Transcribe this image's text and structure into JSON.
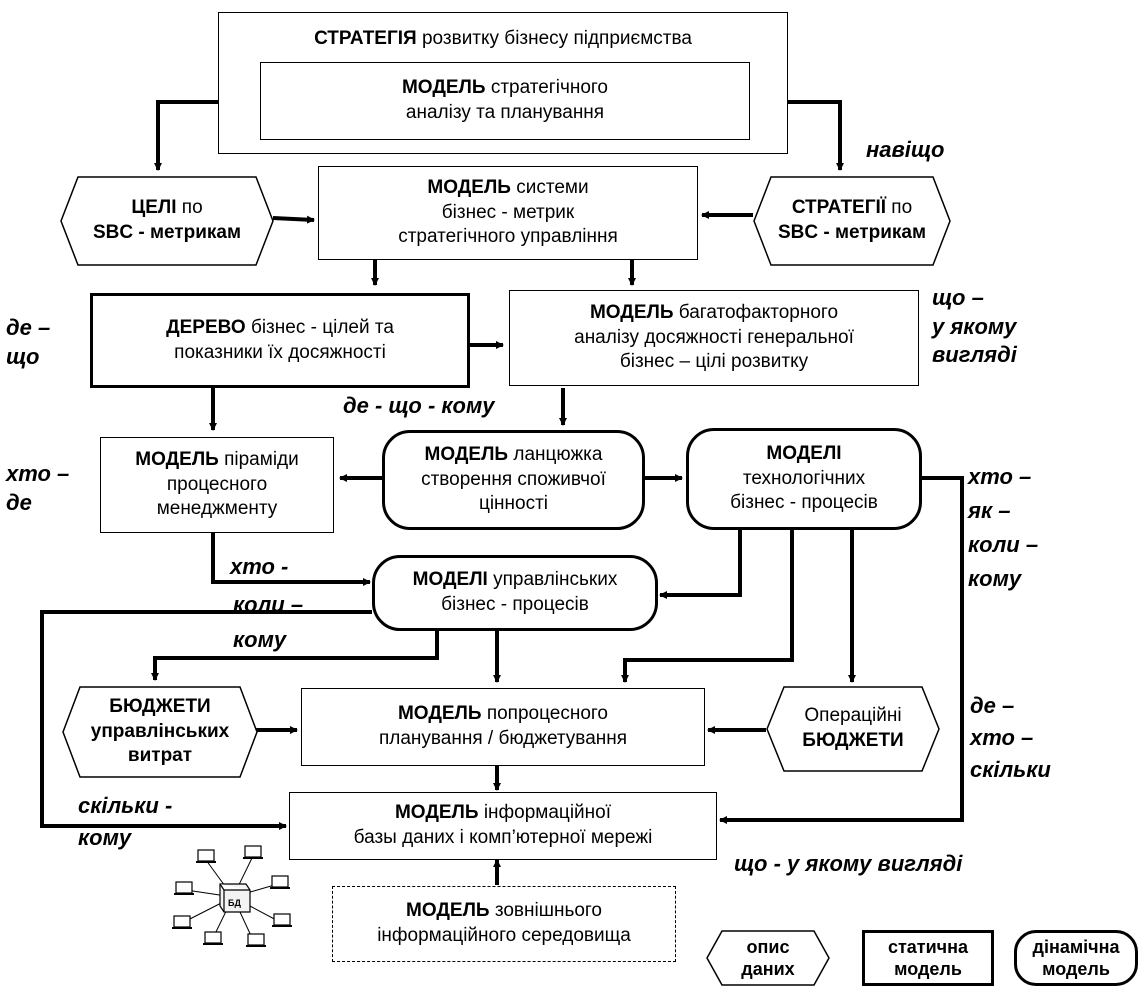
{
  "strategy_frame": {
    "title_bold": "СТРАТЕГІЯ",
    "title_rest": " розвитку бізнесу підприємства"
  },
  "nodes": {
    "strategic_model": {
      "bold": "МОДЕЛЬ",
      "line1": " стратегічного",
      "line2": "аналізу та  планування"
    },
    "goals_sbc": {
      "bold": "ЦЕЛІ",
      "line1": " по",
      "line2": "SBC - метрикам"
    },
    "metrics_model": {
      "bold": "МОДЕЛЬ",
      "line1": " системи",
      "line2": "бізнес - метрик",
      "line3": "стратегічного управління"
    },
    "strategies_sbc": {
      "bold": "СТРАТЕГІЇ",
      "line1": " по",
      "line2": "SBC - метрикам"
    },
    "goal_tree": {
      "bold": "ДЕРЕВО",
      "line1": " бізнес - цілей та",
      "line2": "показники їх досяжності"
    },
    "multifactor_model": {
      "bold": "МОДЕЛЬ",
      "line1": " багатофакторного",
      "line2": "аналізу досяжності генеральної",
      "line3": "бізнес – цілі розвитку"
    },
    "pyramid_model": {
      "bold": "МОДЕЛЬ",
      "line1": " піраміди",
      "line2": "процесного",
      "line3": "менеджменту"
    },
    "value_chain_model": {
      "bold": "МОДЕЛЬ",
      "line1": " ланцюжка",
      "line2": "створення споживчої",
      "line3": "цінності"
    },
    "tech_processes": {
      "bold": "МОДЕЛІ",
      "line1": "",
      "line2": "технологічних",
      "line3": "бізнес - процесів"
    },
    "mgmt_processes": {
      "bold": "МОДЕЛІ",
      "line1": " управлінських",
      "line2": "бізнес - процесів"
    },
    "mgmt_budgets": {
      "bold": "БЮДЖЕТИ",
      "line2": "управлінських",
      "line3": "витрат"
    },
    "planning_model": {
      "bold": "МОДЕЛЬ",
      "line1": " попроцесного",
      "line2": "планування / бюджетування"
    },
    "operational_budgets": {
      "line1": "Операційні",
      "bold": "БЮДЖЕТИ"
    },
    "info_db_model": {
      "bold": "МОДЕЛЬ",
      "line1": " інформаційної",
      "line2": "базы даних і комп’ютерної мережі"
    },
    "external_env_model": {
      "bold": "МОДЕЛЬ",
      "line1": " зовнішнього",
      "line2": "інформаційного середовища"
    }
  },
  "labels": {
    "why": "навіщо",
    "where_what": "де –\nщо",
    "what_how_looks": "що –\nу якому\nвигляді",
    "where_what_whom": "де - що - кому",
    "who_where": "хто –\nде",
    "who_when": "хто -",
    "when": "коли –",
    "whom": "кому",
    "who_how_when_whom": "хто –\nяк –\nколи –\nкому",
    "where_who_howmuch": "де –\nхто –\nскільки",
    "howmuch_whom": "скільки -\nкому",
    "what_looks_bottom": "що - у якому вигляді"
  },
  "legend": {
    "data_desc": "опис\nданих",
    "static_model": "статична\nмодель",
    "dynamic_model": "дінамічна\nмодель"
  },
  "network_icon": {
    "center_label": "БД"
  }
}
